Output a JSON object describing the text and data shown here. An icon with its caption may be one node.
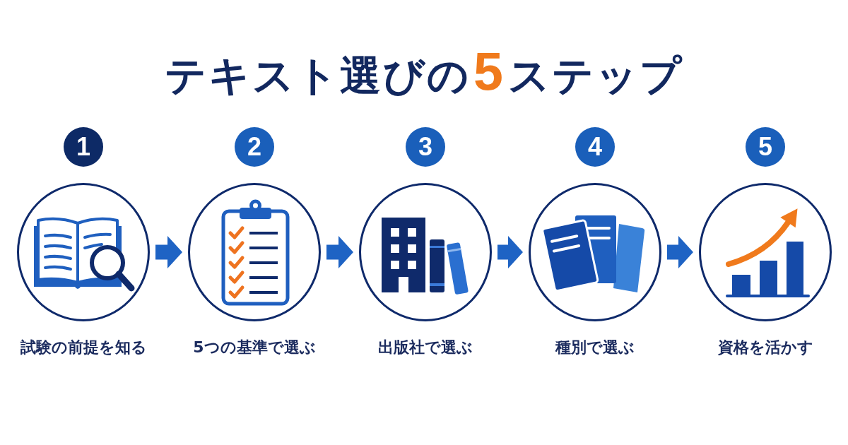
{
  "diagram": {
    "title": "テキスト選びの**5**ステップ",
    "nodes": [
      {
        "text": [
          "1"
        ]
      },
      {
        "text": [
          "2"
        ]
      },
      {
        "text": [
          "3"
        ]
      },
      {
        "text": [
          "4"
        ]
      },
      {
        "text": [
          "5"
        ]
      },
      {
        "text": [
          "試験の前提を知る"
        ]
      },
      {
        "text": [
          "5つの基準で選ぶ"
        ]
      },
      {
        "text": [
          "出版社で選ぶ"
        ]
      },
      {
        "text": [
          "種別で選ぶ"
        ]
      },
      {
        "text": [
          "資格を活かす"
        ]
      }
    ],
    "edges": [
      {
        "from": 5,
        "to": 6,
        "arrow": "to"
      },
      {
        "from": 6,
        "to": 7,
        "arrow": "to"
      },
      {
        "from": 7,
        "to": 8,
        "arrow": "to"
      },
      {
        "from": 8,
        "to": 9,
        "arrow": "to"
      }
    ]
  }
}
